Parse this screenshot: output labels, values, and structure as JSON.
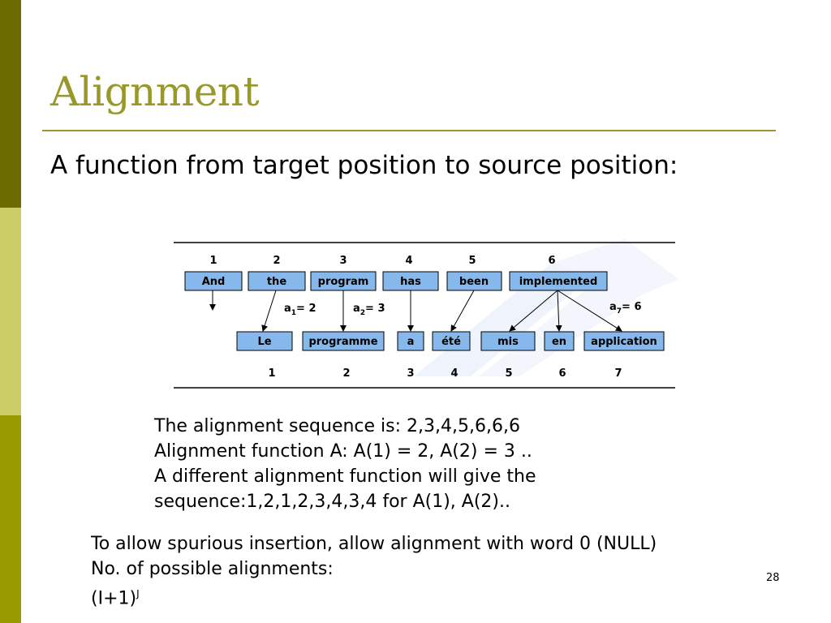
{
  "slide": {
    "title": "Alignment",
    "subtitle": "A function from target position to source position:",
    "page_number": "28"
  },
  "colors": {
    "sidebar_dark": "#6b6b00",
    "sidebar_light": "#cccc66",
    "sidebar_mid": "#999900",
    "title": "#99992b",
    "word_box": "#87b8eb"
  },
  "diagram": {
    "source_words": [
      {
        "index": "1",
        "word": "And"
      },
      {
        "index": "2",
        "word": "the"
      },
      {
        "index": "3",
        "word": "program"
      },
      {
        "index": "4",
        "word": "has"
      },
      {
        "index": "5",
        "word": "been"
      },
      {
        "index": "6",
        "word": "implemented"
      }
    ],
    "target_words": [
      {
        "index": "1",
        "word": "Le"
      },
      {
        "index": "2",
        "word": "programme"
      },
      {
        "index": "3",
        "word": "a"
      },
      {
        "index": "4",
        "word": "été"
      },
      {
        "index": "5",
        "word": "mis"
      },
      {
        "index": "6",
        "word": "en"
      },
      {
        "index": "7",
        "word": "application"
      }
    ],
    "annotations": [
      {
        "var": "a",
        "sub": "1",
        "rest": "= 2"
      },
      {
        "var": "a",
        "sub": "2",
        "rest": "= 3"
      },
      {
        "var": "a",
        "sub": "7",
        "rest": "= 6"
      }
    ]
  },
  "alignment_text": [
    "The alignment sequence is: 2,3,4,5,6,6,6",
    "Alignment function A: A(1) = 2, A(2) = 3 ..",
    "A different alignment function will give the",
    "sequence:1,2,1,2,3,4,3,4 for A(1), A(2).."
  ],
  "null_text": {
    "line1": "To allow spurious insertion, allow alignment with word 0 (NULL)",
    "line2": "No. of possible alignments:",
    "formula_base": "(I+1)",
    "formula_exp": "J"
  }
}
